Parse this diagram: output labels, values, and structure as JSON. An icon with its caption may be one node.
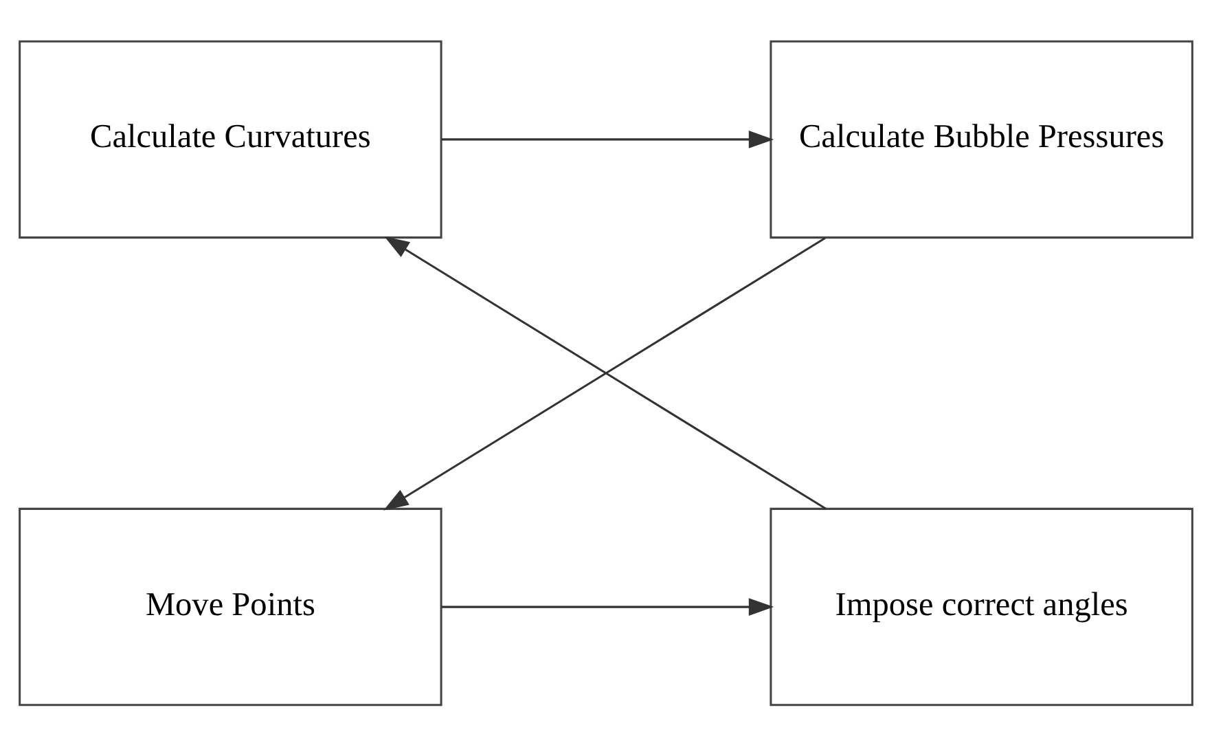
{
  "diagram": {
    "nodes": [
      {
        "text": [
          "Calculate Curvatures"
        ]
      },
      {
        "text": [
          "Calculate Bubble Pressures"
        ]
      },
      {
        "text": [
          "Impose correct angles"
        ]
      },
      {
        "text": [
          "Move Points"
        ]
      }
    ],
    "edges": [
      {
        "from": 0,
        "to": 1,
        "arrow": "to"
      },
      {
        "from": 1,
        "to": 3,
        "arrow": "to"
      },
      {
        "from": 3,
        "to": 2,
        "arrow": "to"
      },
      {
        "from": 2,
        "to": 0,
        "arrow": "to"
      }
    ]
  }
}
